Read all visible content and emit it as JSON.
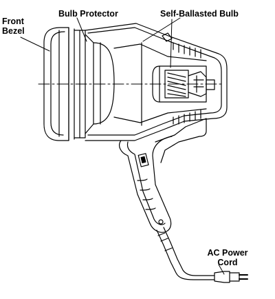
{
  "figure": {
    "labels": {
      "front_bezel": [
        "Front",
        "Bezel"
      ],
      "bulb_protector": "Bulb Protector",
      "self_ballasted_bulb": "Self-Ballasted Bulb",
      "ac_power_cord": [
        "AC Power",
        "Cord"
      ]
    },
    "colors": {
      "line": "#000000",
      "background": "#ffffff"
    }
  }
}
